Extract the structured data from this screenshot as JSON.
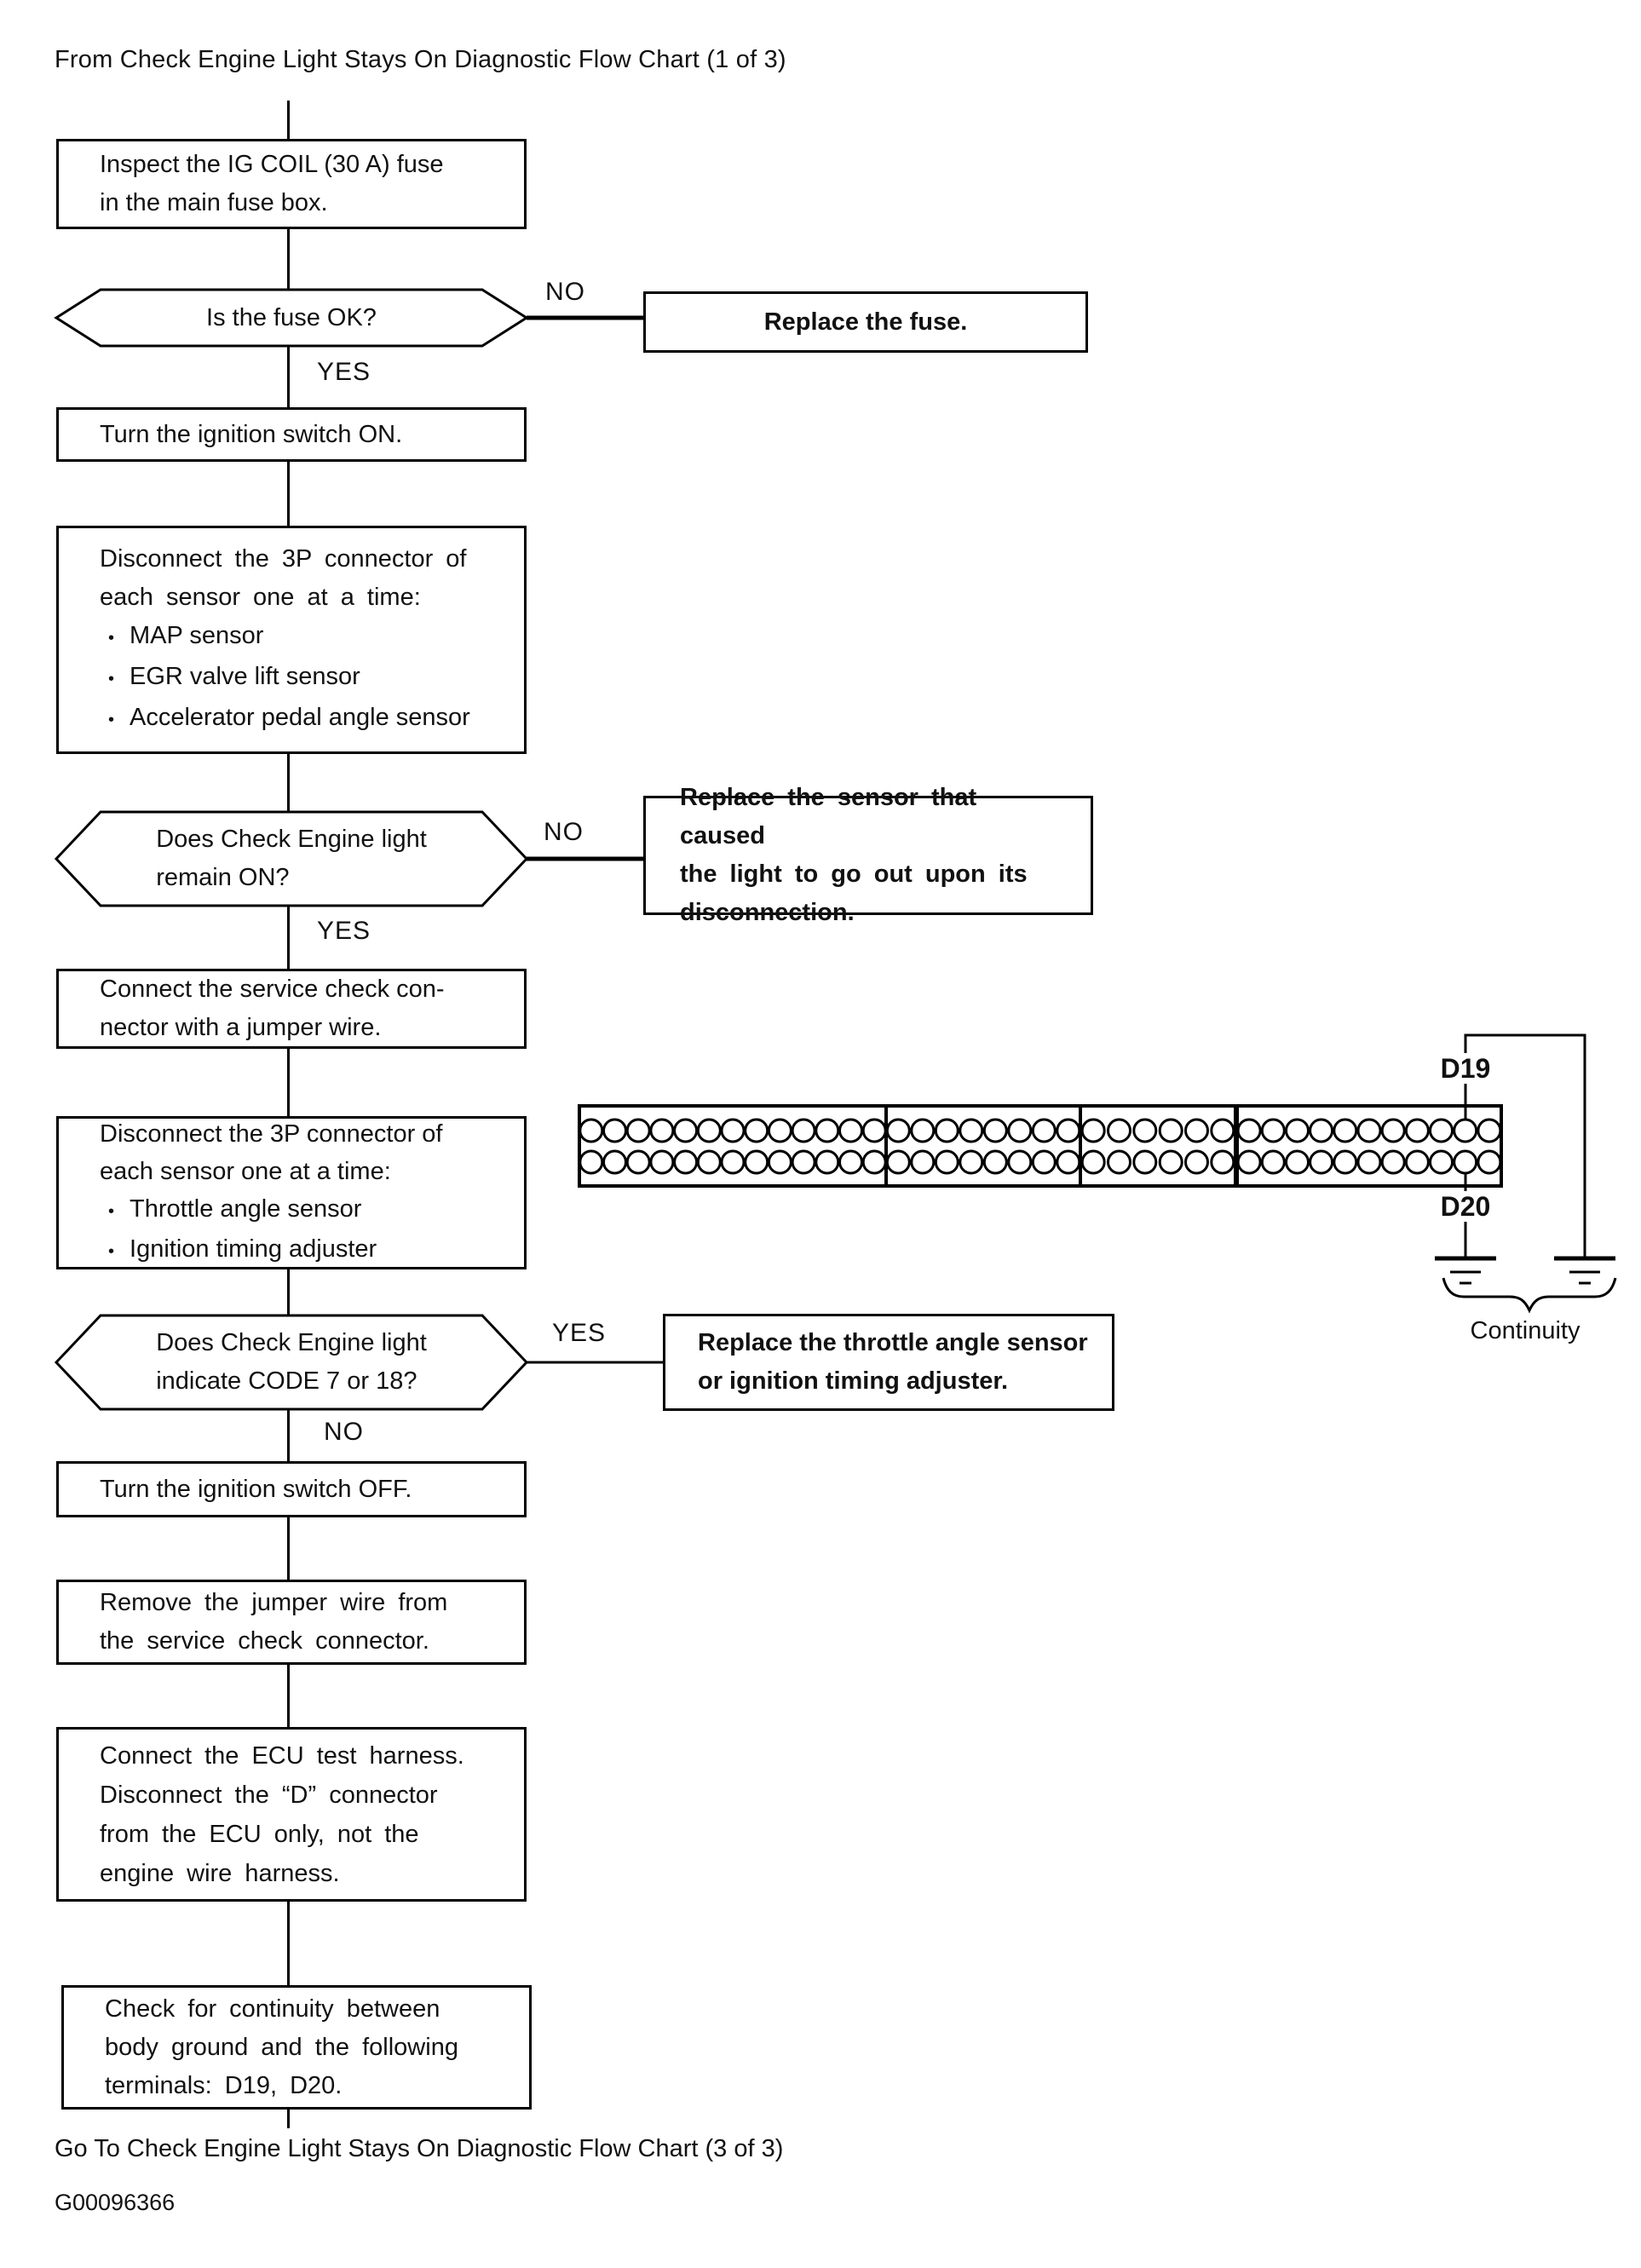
{
  "page": {
    "title": "From Check Engine Light Stays On Diagnostic Flow Chart (1 of 3)",
    "footer": "Go To Check Engine Light Stays On Diagnostic Flow Chart (3 of 3)",
    "figure_code": "G00096366"
  },
  "labels": {
    "yes": "YES",
    "no": "NO"
  },
  "steps": {
    "inspect_fuse": "Inspect the IG COIL (30 A) fuse\nin the main fuse box.",
    "ignition_on": "Turn the ignition switch ON.",
    "disconnect_sensors_1": {
      "intro": "Disconnect the 3P connector of\neach sensor one at a time:",
      "bullets": [
        "MAP sensor",
        "EGR valve lift sensor",
        "Accelerator pedal angle sensor"
      ]
    },
    "connect_jumper": "Connect the service check con-\nnector with a jumper wire.",
    "disconnect_sensors_2": {
      "intro": "Disconnect the 3P connector of\neach sensor one at a time:",
      "bullets": [
        "Throttle angle sensor",
        "Ignition timing adjuster"
      ]
    },
    "ignition_off": "Turn the ignition switch OFF.",
    "remove_jumper": "Remove the jumper wire from\nthe service check connector.",
    "connect_test_harness": "Connect the ECU test harness.\nDisconnect the “D” connector\nfrom the ECU only, not the\nengine wire harness.",
    "check_continuity": "Check for continuity between\nbody ground and the following\nterminals: D19, D20."
  },
  "decisions": {
    "fuse_ok": "Is the fuse OK?",
    "light_remains_on": "Does Check Engine light\nremain ON?",
    "code_7_or_18": "Does Check Engine light\nindicate CODE 7 or 18?"
  },
  "results": {
    "replace_fuse": "Replace the fuse.",
    "replace_sensor": "Replace the sensor that caused\nthe light to go out upon its\ndisconnection.",
    "replace_throttle": "Replace the throttle angle sensor\nor ignition timing adjuster."
  },
  "connector": {
    "segments": [
      13,
      8,
      6,
      11
    ],
    "rows": 2,
    "pin_labels": {
      "d19": "D19",
      "d20": "D20"
    },
    "continuity_label": "Continuity"
  }
}
